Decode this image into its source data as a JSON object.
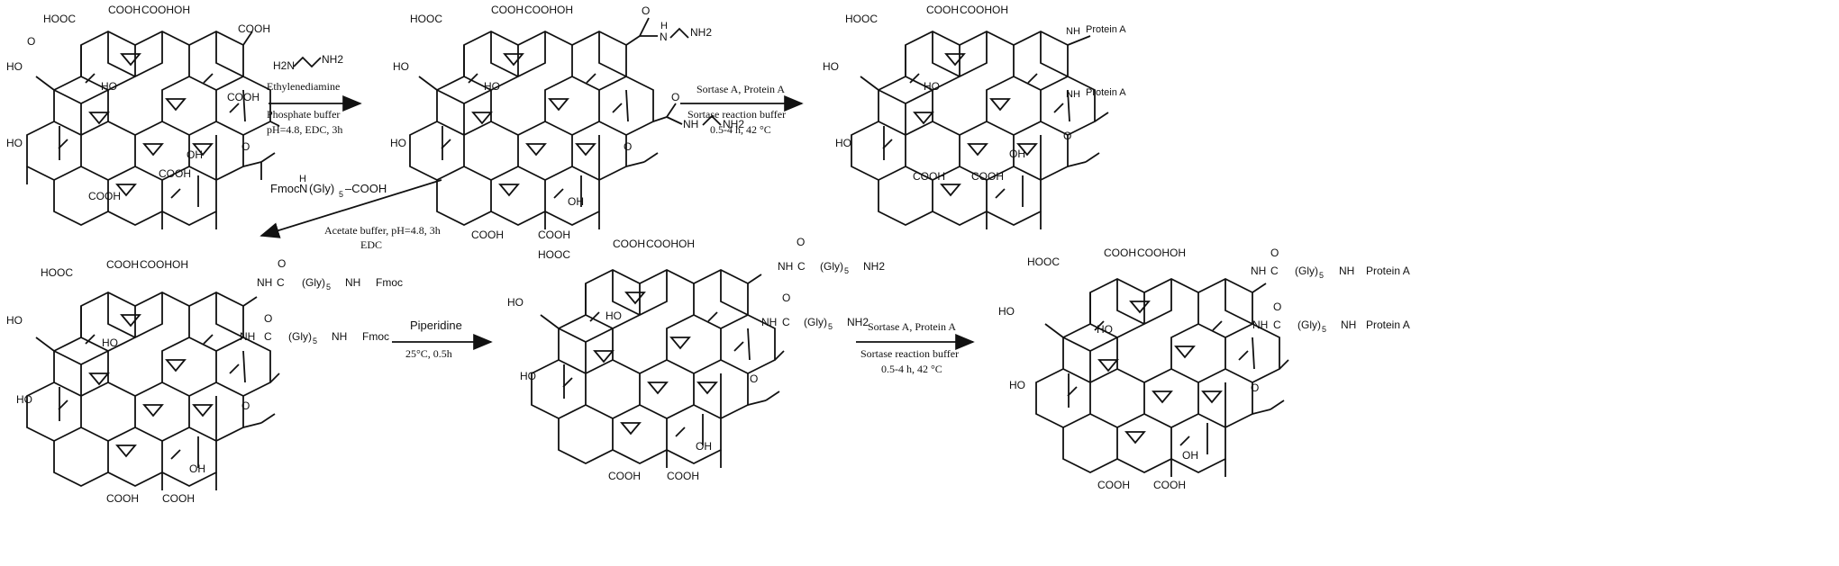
{
  "groups": {
    "cooh": "COOH",
    "hooc": "HOOC",
    "ho": "HO",
    "oh": "OH",
    "o": "O",
    "nh2": "NH2",
    "h": "H",
    "nh": "NH",
    "n_h": "N",
    "c": "C",
    "gly": "(Gly)",
    "sub5": "5",
    "fmoc": "Fmoc",
    "protein_a": "Protein A",
    "h2n": "H2N"
  },
  "reagents": {
    "step1_top": "Ethylenediamine",
    "step1_bottom1": "Phosphate buffer",
    "step1_bottom2": "pH=4.8, EDC, 3h",
    "step2_top": "Sortase A, Protein A",
    "step2_bottom1": "Sortase reaction buffer",
    "step2_bottom2": "0.5-4 h, 42 °C",
    "step3_reagent_prefix": "Fmoc",
    "step3_reagent_suffix": "–COOH",
    "step3_bottom1": "Acetate buffer, pH=4.8, 3h",
    "step3_bottom2": "EDC",
    "step4_top": "Piperidine",
    "step4_bottom": "25°C, 0.5h",
    "step5_top": "Sortase A, Protein A",
    "step5_bottom1": "Sortase reaction buffer",
    "step5_bottom2": "0.5-4 h, 42 °C"
  }
}
